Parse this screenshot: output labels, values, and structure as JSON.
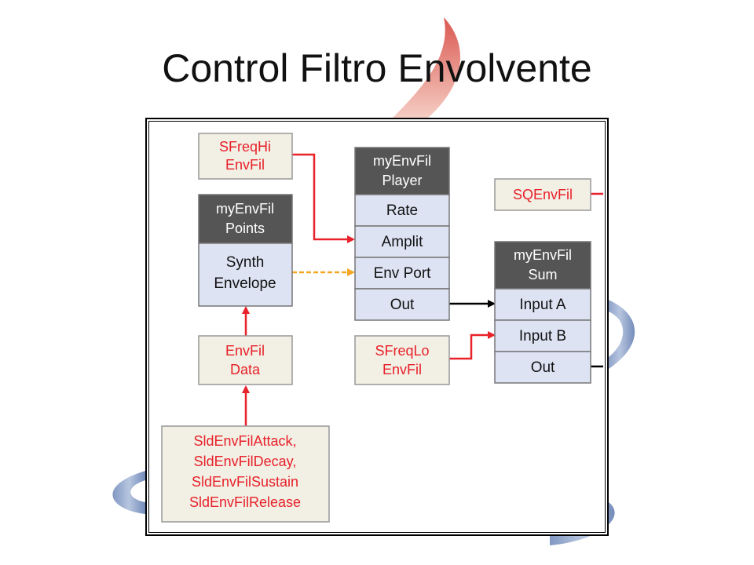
{
  "slide": {
    "title": "Control Filtro Envolvente"
  },
  "colors": {
    "red_arrow": "#e8212a",
    "orange_arrow": "#f5a623",
    "black_arrow": "#000000",
    "header_fill": "#555555",
    "port_fill": "#dde3f3",
    "param_fill": "#f2efe4",
    "red_text": "#e8212a"
  },
  "diagram": {
    "sfreqhi": {
      "line1": "SFreqHi",
      "line2": "EnvFil"
    },
    "points": {
      "header1": "myEnvFil",
      "header2": "Points",
      "port1": "Synth",
      "port2": "Envelope"
    },
    "envdata": {
      "line1": "EnvFil",
      "line2": "Data"
    },
    "sld": {
      "line1": "SldEnvFilAttack,",
      "line2": "SldEnvFilDecay,",
      "line3": "SldEnvFilSustain",
      "line4": "SldEnvFilRelease"
    },
    "player": {
      "header1": "myEnvFil",
      "header2": "Player",
      "port_rate": "Rate",
      "port_amplit": "Amplit",
      "port_env": "Env Port",
      "port_out": "Out"
    },
    "sfreqlo": {
      "line1": "SFreqLo",
      "line2": "EnvFil"
    },
    "sqenvfil": {
      "label": "SQEnvFil"
    },
    "sum": {
      "header1": "myEnvFil",
      "header2": "Sum",
      "port_a": "Input A",
      "port_b": "Input B",
      "port_out": "Out"
    }
  }
}
